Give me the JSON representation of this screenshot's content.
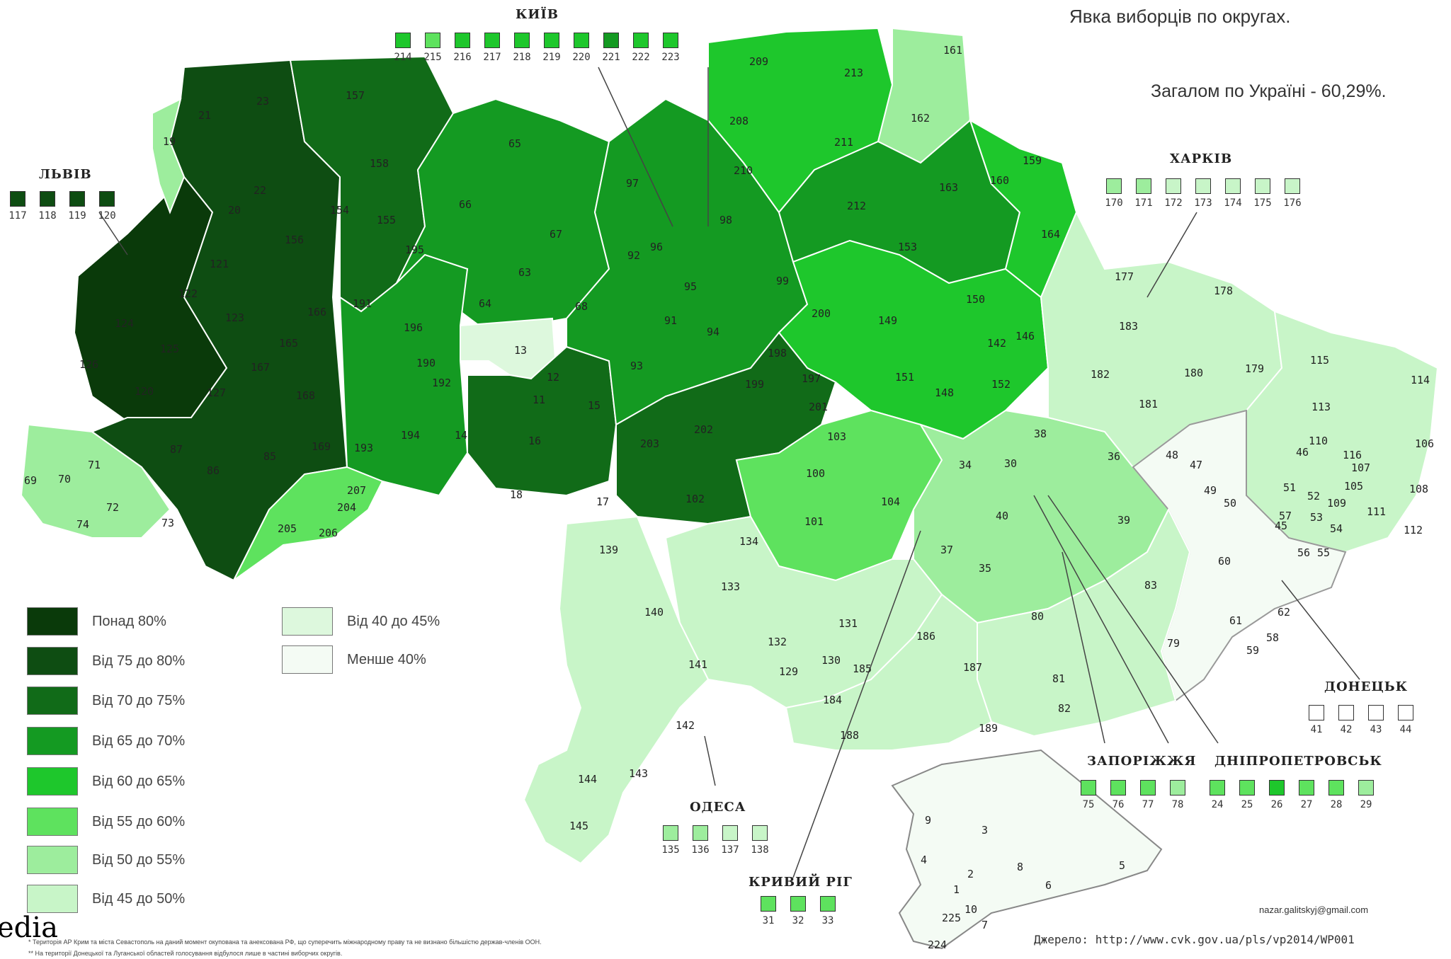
{
  "title": "Явка виборців по округах.",
  "total": "Загалом по Україні - 60,29%.",
  "colors": {
    "over80": "#0a3a0a",
    "r75_80": "#0e4d12",
    "r70_75": "#116b18",
    "r65_70": "#149a22",
    "r60_65": "#1ec72c",
    "r55_60": "#5ee25e",
    "r50_55": "#9ded9d",
    "r45_50": "#c8f5c8",
    "r40_45": "#ddf8dd",
    "under40": "#f4fbf4"
  },
  "legend": [
    {
      "label": "Понад 80%",
      "color": "#0a3a0a"
    },
    {
      "label": "Від 75 до 80%",
      "color": "#0e4d12"
    },
    {
      "label": "Від 70 до 75%",
      "color": "#116b18"
    },
    {
      "label": "Від 65 до 70%",
      "color": "#149a22"
    },
    {
      "label": "Від 60 до 65%",
      "color": "#1ec72c"
    },
    {
      "label": "Від 55 до 60%",
      "color": "#5ee25e"
    },
    {
      "label": "Від 50 до 55%",
      "color": "#9ded9d"
    },
    {
      "label": "Від 45 до 50%",
      "color": "#c8f5c8"
    },
    {
      "label": "Від 40 до 45%",
      "color": "#ddf8dd"
    },
    {
      "label": "Менше 40%",
      "color": "#f4fbf4"
    }
  ],
  "cities": {
    "kyiv": {
      "name": "КИЇВ",
      "districts": [
        {
          "n": "214",
          "c": "#1ec72c"
        },
        {
          "n": "215",
          "c": "#5ee25e"
        },
        {
          "n": "216",
          "c": "#1ec72c"
        },
        {
          "n": "217",
          "c": "#1ec72c"
        },
        {
          "n": "218",
          "c": "#1ec72c"
        },
        {
          "n": "219",
          "c": "#1ec72c"
        },
        {
          "n": "220",
          "c": "#1ec72c"
        },
        {
          "n": "221",
          "c": "#149a22"
        },
        {
          "n": "222",
          "c": "#1ec72c"
        },
        {
          "n": "223",
          "c": "#1ec72c"
        }
      ]
    },
    "lviv": {
      "name": "ЛЬВІВ",
      "districts": [
        {
          "n": "117",
          "c": "#0e4d12"
        },
        {
          "n": "118",
          "c": "#0e4d12"
        },
        {
          "n": "119",
          "c": "#0e4d12"
        },
        {
          "n": "120",
          "c": "#0e4d12"
        }
      ]
    },
    "kharkiv": {
      "name": "ХАРКІВ",
      "districts": [
        {
          "n": "170",
          "c": "#9ded9d"
        },
        {
          "n": "171",
          "c": "#9ded9d"
        },
        {
          "n": "172",
          "c": "#c8f5c8"
        },
        {
          "n": "173",
          "c": "#c8f5c8"
        },
        {
          "n": "174",
          "c": "#c8f5c8"
        },
        {
          "n": "175",
          "c": "#c8f5c8"
        },
        {
          "n": "176",
          "c": "#c8f5c8"
        }
      ]
    },
    "donetsk": {
      "name": "ДОНЕЦЬК",
      "districts": [
        {
          "n": "41",
          "c": "#ffffff"
        },
        {
          "n": "42",
          "c": "#ffffff"
        },
        {
          "n": "43",
          "c": "#ffffff"
        },
        {
          "n": "44",
          "c": "#ffffff"
        }
      ]
    },
    "zaporizhzhia": {
      "name": "ЗАПОРІЖЖЯ",
      "districts": [
        {
          "n": "75",
          "c": "#5ee25e"
        },
        {
          "n": "76",
          "c": "#5ee25e"
        },
        {
          "n": "77",
          "c": "#5ee25e"
        },
        {
          "n": "78",
          "c": "#9ded9d"
        }
      ]
    },
    "dnipro": {
      "name": "ДНІПРОПЕТРОВСЬК",
      "districts": [
        {
          "n": "24",
          "c": "#5ee25e"
        },
        {
          "n": "25",
          "c": "#5ee25e"
        },
        {
          "n": "26",
          "c": "#1ec72c"
        },
        {
          "n": "27",
          "c": "#5ee25e"
        },
        {
          "n": "28",
          "c": "#5ee25e"
        },
        {
          "n": "29",
          "c": "#9ded9d"
        }
      ]
    },
    "odesa": {
      "name": "ОДЕСА",
      "districts": [
        {
          "n": "135",
          "c": "#9ded9d"
        },
        {
          "n": "136",
          "c": "#9ded9d"
        },
        {
          "n": "137",
          "c": "#c8f5c8"
        },
        {
          "n": "138",
          "c": "#c8f5c8"
        }
      ]
    },
    "kryvyirih": {
      "name": "КРИВИЙ РІГ",
      "districts": [
        {
          "n": "31",
          "c": "#5ee25e"
        },
        {
          "n": "32",
          "c": "#5ee25e"
        },
        {
          "n": "33",
          "c": "#5ee25e"
        }
      ]
    }
  },
  "districts": [
    "19",
    "21",
    "23",
    "157",
    "65",
    "209",
    "213",
    "161",
    "162",
    "208",
    "211",
    "210",
    "212",
    "163",
    "160",
    "159",
    "164",
    "20",
    "22",
    "158",
    "66",
    "97",
    "98",
    "156",
    "154",
    "155",
    "195",
    "67",
    "96",
    "92",
    "99",
    "153",
    "150",
    "177",
    "178",
    "121",
    "122",
    "63",
    "95",
    "64",
    "68",
    "91",
    "94",
    "200",
    "149",
    "183",
    "124",
    "123",
    "166",
    "191",
    "196",
    "165",
    "13",
    "142",
    "146",
    "179",
    "115",
    "114",
    "125",
    "126",
    "167",
    "190",
    "192",
    "93",
    "198",
    "197",
    "151",
    "148",
    "152",
    "182",
    "180",
    "12",
    "11",
    "15",
    "199",
    "201",
    "181",
    "113",
    "110",
    "120",
    "127",
    "168",
    "194",
    "14",
    "16",
    "202",
    "203",
    "103",
    "38",
    "36",
    "48",
    "46",
    "106",
    "116",
    "107",
    "105",
    "47",
    "108",
    "87",
    "86",
    "85",
    "169",
    "193",
    "71",
    "100",
    "104",
    "34",
    "30",
    "49",
    "51",
    "52",
    "69",
    "70",
    "18",
    "207",
    "17",
    "102",
    "40",
    "39",
    "50",
    "109",
    "111",
    "204",
    "101",
    "57",
    "53",
    "72",
    "74",
    "73",
    "205",
    "206",
    "139",
    "134",
    "37",
    "35",
    "83",
    "45",
    "56",
    "55",
    "54",
    "112",
    "60",
    "62",
    "61",
    "58",
    "59",
    "140",
    "133",
    "80",
    "131",
    "132",
    "129",
    "130",
    "185",
    "186",
    "187",
    "184",
    "79",
    "81",
    "82",
    "141",
    "142",
    "189",
    "188",
    "144",
    "143",
    "145",
    "9",
    "3",
    "8",
    "5",
    "4",
    "2",
    "1",
    "6",
    "10",
    "7",
    "225",
    "224"
  ],
  "labels": {
    "source": "Джерело: http://www.cvk.gov.ua/pls/vp2014/WP001",
    "email": "nazar.galitskyj@gmail.com",
    "footnote1": "* Територія АР Крим та міста Севастополь на даний момент окупована та анексована РФ, що суперечить міжнародному праву та не визнано більшістю держав-членів ООН.",
    "footnote2": "** На території Донецької та Луганської областей голосування відбулося лише в частині виборчих округів.",
    "watermark": "edia"
  }
}
